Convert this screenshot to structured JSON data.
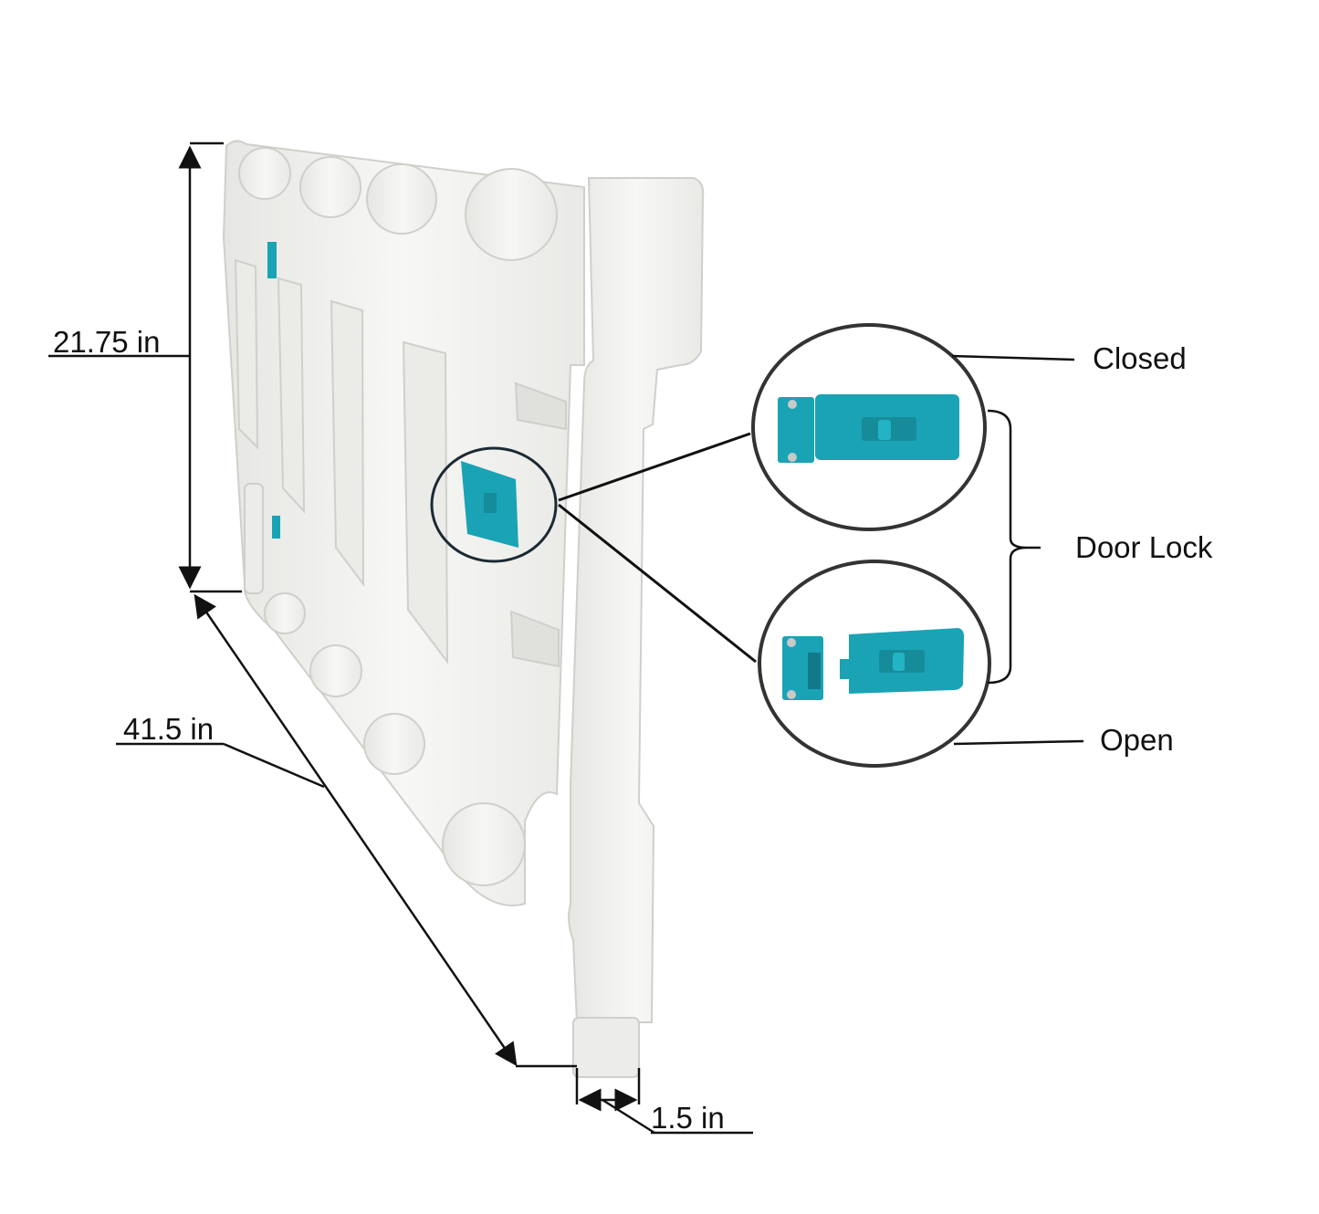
{
  "dimensions": {
    "height": "21.75 in",
    "length": "41.5 in",
    "post_width": "1.5 in"
  },
  "callouts": {
    "closed": "Closed",
    "open": "Open",
    "group": "Door Lock"
  },
  "colors": {
    "lock_teal": "#1aa3b5",
    "fence_white": "#f4f4f2",
    "line": "#111111"
  }
}
